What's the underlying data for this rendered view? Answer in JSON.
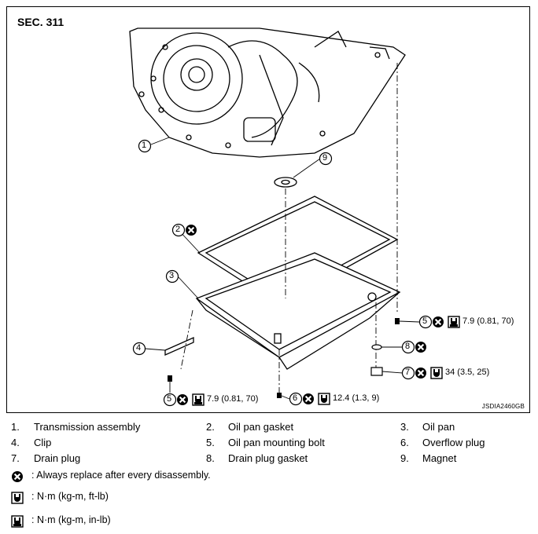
{
  "section_label": "SEC. 311",
  "figure_code": "JSDIA2460GB",
  "callouts": {
    "c1": "1",
    "c2": "2",
    "c3": "3",
    "c4": "4",
    "c5a": "5",
    "c5b": "5",
    "c6": "6",
    "c7": "7",
    "c8": "8",
    "c9": "9"
  },
  "torque": {
    "bolt_top": "7.9 (0.81, 70)",
    "bolt_bottom": "7.9 (0.81, 70)",
    "overflow_plug": "12.4 (1.3, 9)",
    "drain_plug": "34 (3.5, 25)"
  },
  "parts": [
    {
      "num": "1.",
      "name": "Transmission assembly"
    },
    {
      "num": "2.",
      "name": "Oil pan gasket"
    },
    {
      "num": "3.",
      "name": "Oil pan"
    },
    {
      "num": "4.",
      "name": "Clip"
    },
    {
      "num": "5.",
      "name": "Oil pan mounting bolt"
    },
    {
      "num": "6.",
      "name": "Overflow plug"
    },
    {
      "num": "7.",
      "name": "Drain plug"
    },
    {
      "num": "8.",
      "name": "Drain plug gasket"
    },
    {
      "num": "9.",
      "name": "Magnet"
    }
  ],
  "symbols": {
    "replace": ": Always replace after every disassembly.",
    "ft_lb": ": N·m (kg-m, ft-lb)",
    "in_lb": ": N·m (kg-m, in-lb)"
  }
}
